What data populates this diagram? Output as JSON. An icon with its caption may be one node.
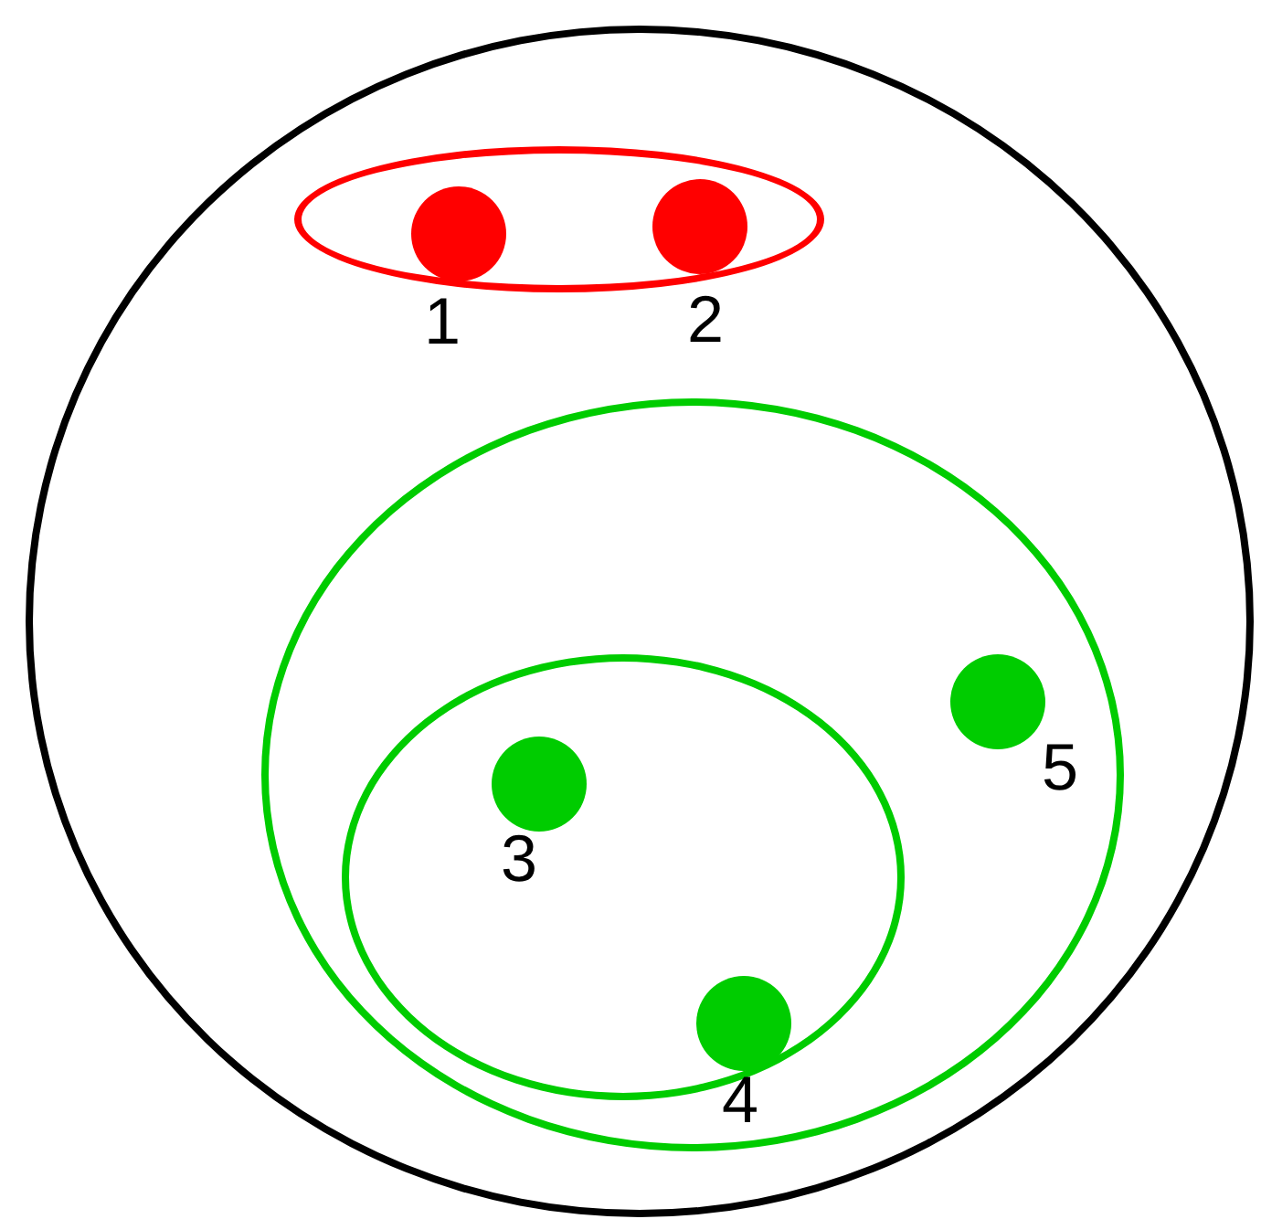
{
  "diagram": {
    "nodes": [
      {
        "text": [],
        "shape": "circle"
      },
      {
        "text": [],
        "shape": "circle",
        "in": 0
      },
      {
        "text": [],
        "shape": "circle",
        "in": 1,
        "beside": [
          "1"
        ]
      },
      {
        "text": [],
        "shape": "circle",
        "in": 1,
        "beside": [
          "2"
        ]
      },
      {
        "text": [],
        "shape": "circle",
        "in": 0
      },
      {
        "text": [],
        "shape": "circle",
        "in": 4
      },
      {
        "text": [],
        "shape": "circle",
        "in": 5,
        "beside": [
          "3"
        ]
      },
      {
        "text": [],
        "shape": "circle",
        "in": 5,
        "beside": [
          "4"
        ]
      },
      {
        "text": [],
        "shape": "circle",
        "in": 4,
        "beside": [
          "5"
        ]
      }
    ]
  }
}
